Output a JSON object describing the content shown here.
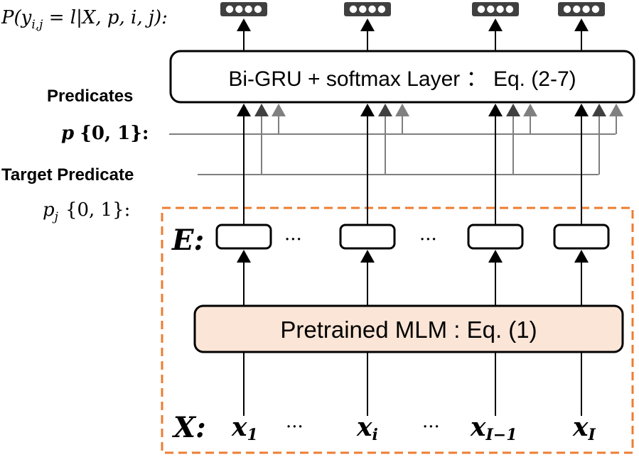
{
  "output": {
    "label": "P(y",
    "label_sub": "i,j",
    "label_rest": " = l|X, p, i, j):"
  },
  "bigru": {
    "label": "Bi-GRU + softmax Layer ： Eq. (2-7)"
  },
  "predicates": {
    "title": "Predicates",
    "symbol": "p",
    "domain": "{0, 1}:"
  },
  "target_predicate": {
    "title": "Target Predicate",
    "symbol": "p",
    "symbol_sub": "j",
    "domain": "{0, 1}:"
  },
  "embeddings": {
    "label": "E:",
    "ellipsis": [
      "···",
      "···"
    ]
  },
  "mlm": {
    "label": "Pretrained MLM : Eq. (1)"
  },
  "inputs": {
    "label": "X:",
    "tokens": [
      {
        "base": "x",
        "sub": "1"
      },
      {
        "base": "x",
        "sub": "i"
      },
      {
        "base": "x",
        "sub": "I−1"
      },
      {
        "base": "x",
        "sub": "I"
      }
    ],
    "ellipsis": [
      "···",
      "···"
    ]
  },
  "colors": {
    "mlm_fill": "#FBE5D6",
    "dashed_border": "#ED7D31",
    "dark_arrow": "#000000",
    "mid_arrow": "#404040",
    "light_arrow": "#808080",
    "line_gray": "#7F7F7F",
    "output_fill": "#404040"
  }
}
